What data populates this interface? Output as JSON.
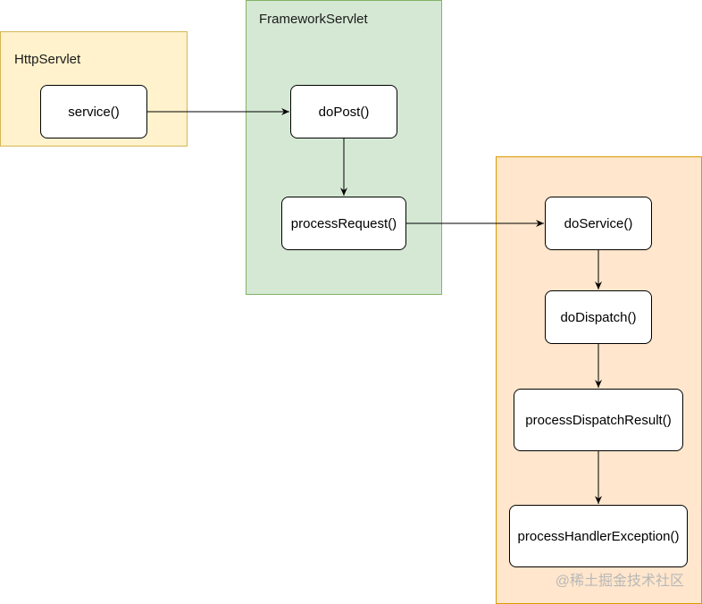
{
  "groups": {
    "http_servlet": {
      "title": "HttpServlet",
      "fill": "#fff2cc",
      "stroke": "#d6b656"
    },
    "framework_servlet": {
      "title": "FrameworkServlet",
      "fill": "#d5e8d4",
      "stroke": "#82b366"
    },
    "dispatcher_servlet": {
      "title": "",
      "fill": "#ffe6cc",
      "stroke": "#d79b00"
    }
  },
  "nodes": {
    "service": "service()",
    "do_post": "doPost()",
    "process_request": "processRequest()",
    "do_service": "doService()",
    "do_dispatch": "doDispatch()",
    "process_dispatch_result": "processDispatchResult()",
    "process_handler_exception": "processHandlerException()"
  },
  "edges": [
    {
      "from": "service",
      "to": "do_post"
    },
    {
      "from": "do_post",
      "to": "process_request"
    },
    {
      "from": "process_request",
      "to": "do_service"
    },
    {
      "from": "do_service",
      "to": "do_dispatch"
    },
    {
      "from": "do_dispatch",
      "to": "process_dispatch_result"
    },
    {
      "from": "process_dispatch_result",
      "to": "process_handler_exception"
    }
  ],
  "watermark": "@稀土掘金技术社区"
}
